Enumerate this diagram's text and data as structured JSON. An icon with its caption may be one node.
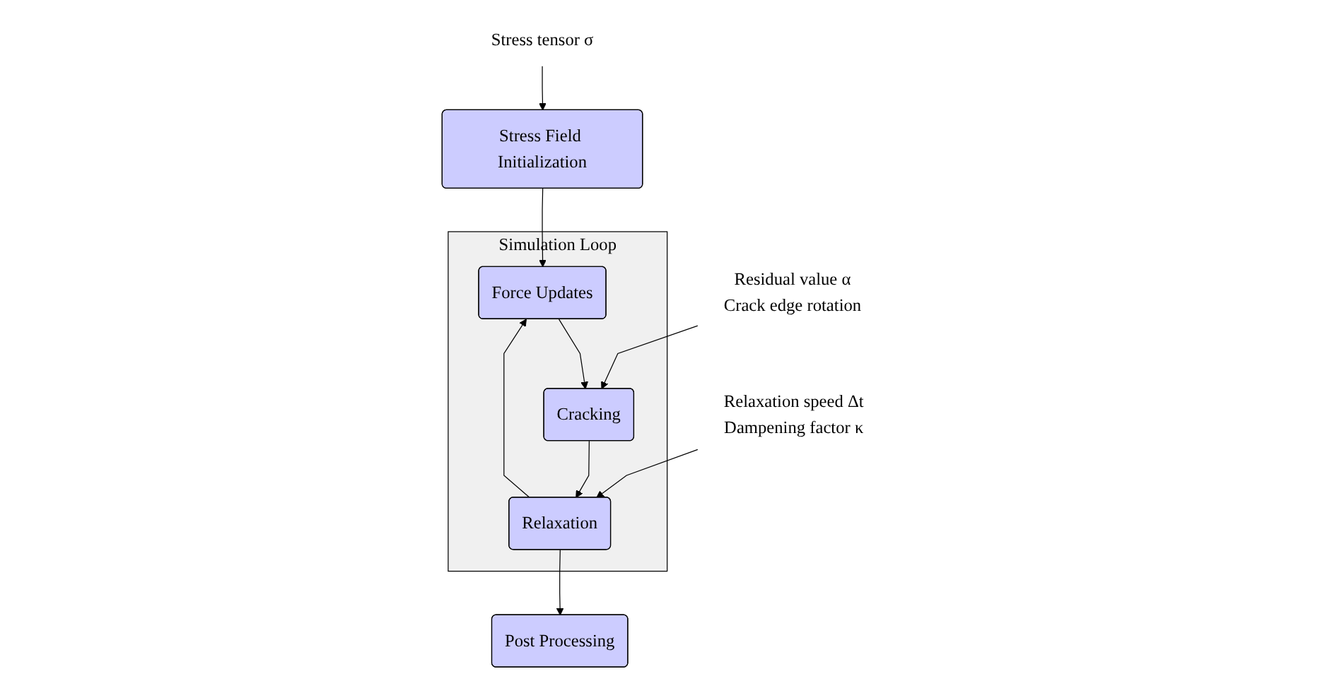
{
  "diagram": {
    "nodes": [
      {
        "text": [
          "Stress Field Initialization"
        ]
      },
      {
        "text": [
          "Stress tensor σ"
        ]
      },
      {
        "text": [
          "Simulation Loop"
        ]
      },
      {
        "text": [
          "Force Updates"
        ],
        "in": 2
      },
      {
        "text": [
          "Cracking"
        ],
        "in": 2
      },
      {
        "text": [
          "Relaxation"
        ],
        "in": 2
      },
      {
        "text": [
          "Post Processing"
        ]
      },
      {
        "text": [
          "Residual value α",
          "Crack edge rotation"
        ]
      },
      {
        "text": [
          "Relaxation speed Δt",
          "Dampening factor κ"
        ]
      }
    ],
    "edges": [
      {
        "from": 1,
        "to": 0,
        "arrow": "to"
      },
      {
        "from": 0,
        "to": 3,
        "arrow": "to"
      },
      {
        "from": 3,
        "to": 4,
        "arrow": "to"
      },
      {
        "from": 4,
        "to": 5,
        "arrow": "to"
      },
      {
        "from": 5,
        "to": 3,
        "arrow": "to"
      },
      {
        "from": 5,
        "to": 6,
        "arrow": "to"
      },
      {
        "from": 7,
        "to": 4,
        "arrow": "to"
      },
      {
        "from": 8,
        "to": 5,
        "arrow": "to"
      }
    ]
  }
}
